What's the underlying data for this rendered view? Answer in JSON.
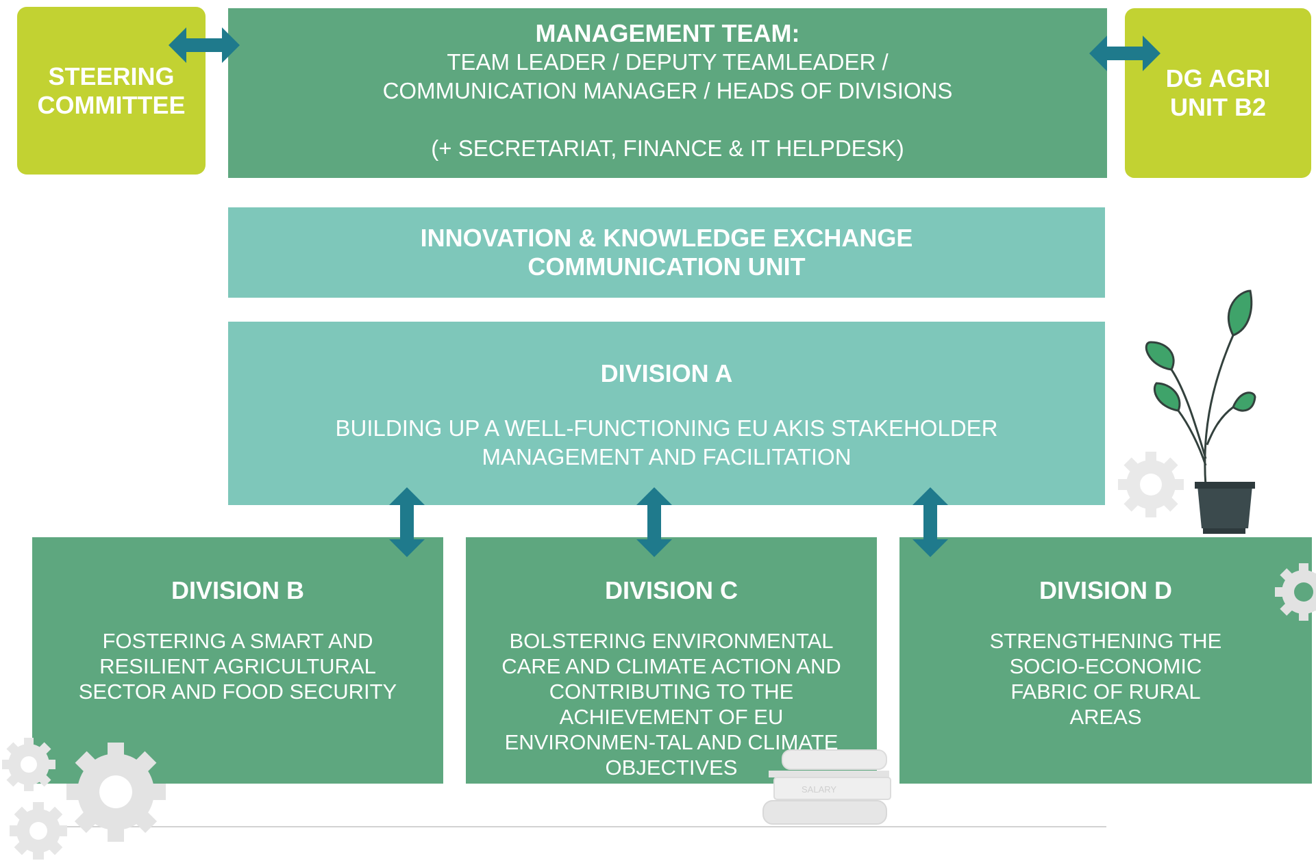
{
  "colors": {
    "lime": "#c2d232",
    "green": "#5ea77f",
    "teal": "#7ec7ba",
    "arrow": "#1f7a8c",
    "gear": "#e6e6e6"
  },
  "steering": {
    "label": "STEERING COMMITTEE"
  },
  "dg_agri": {
    "label": "DG AGRI UNIT B2"
  },
  "management": {
    "title": "MANAGEMENT TEAM:",
    "line1": "TEAM LEADER / DEPUTY TEAMLEADER  /",
    "line2": "COMMUNICATION MANAGER  / HEADS OF DIVISIONS",
    "line3": "(+ SECRETARIAT, FINANCE & IT HELPDESK)"
  },
  "comm_unit": {
    "line1": "INNOVATION & KNOWLEDGE EXCHANGE",
    "line2": "COMMUNICATION UNIT"
  },
  "division_a": {
    "title": "DIVISION A",
    "desc": "BUILDING UP A WELL-FUNCTIONING EU AKIS STAKEHOLDER MANAGEMENT AND FACILITATION"
  },
  "division_b": {
    "title": "DIVISION B",
    "desc": "FOSTERING A SMART AND RESILIENT AGRICULTURAL SECTOR AND FOOD SECURITY"
  },
  "division_c": {
    "title": "DIVISION C",
    "desc": "BOLSTERING ENVIRONMENTAL CARE AND CLIMATE ACTION AND CONTRIBUTING TO THE ACHIEVEMENT OF EU ENVIRONMEN-TAL AND CLIMATE OBJECTIVES"
  },
  "division_d": {
    "title": "DIVISION D",
    "desc": "STRENGTHENING THE SOCIO-ECONOMIC FABRIC OF RURAL AREAS"
  },
  "book_spine": "SALARY"
}
